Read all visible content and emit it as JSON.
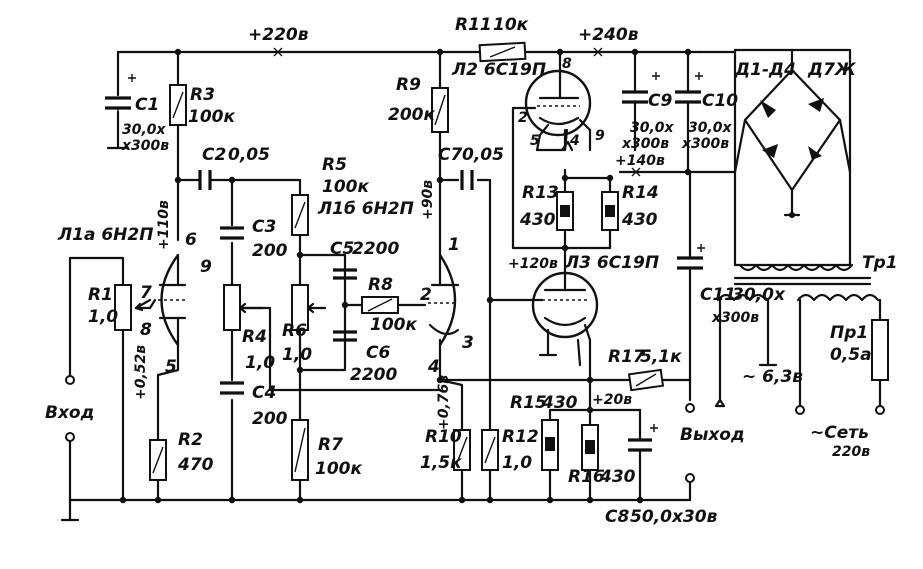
{
  "rails": {
    "b1": "+220в",
    "b2": "+240в",
    "b3": "+140в"
  },
  "tubes": {
    "l1a": "Л1а 6Н2П",
    "l1b": "Л1б 6Н2П",
    "l2": "Л2 6С19П",
    "l3": "Л3 6С19П"
  },
  "components": {
    "r1": {
      "name": "R1",
      "value": "1,0"
    },
    "r2": {
      "name": "R2",
      "value": "470"
    },
    "r3": {
      "name": "R3",
      "value": "100к"
    },
    "r4": {
      "name": "R4",
      "value": "1,0"
    },
    "r5": {
      "name": "R5",
      "value": "100к"
    },
    "r6": {
      "name": "R6",
      "value": "1,0"
    },
    "r7": {
      "name": "R7",
      "value": "100к"
    },
    "r8": {
      "name": "R8",
      "value": "100к"
    },
    "r9": {
      "name": "R9",
      "value": "200к"
    },
    "r10": {
      "name": "R10",
      "value": "1,5к"
    },
    "r11": {
      "name": "R11",
      "value": "10к"
    },
    "r12": {
      "name": "R12",
      "value": "1,0"
    },
    "r13": {
      "name": "R13",
      "value": "430"
    },
    "r14": {
      "name": "R14",
      "value": "430"
    },
    "r15": {
      "name": "R15",
      "value": "430"
    },
    "r16": {
      "name": "R16",
      "value": "430"
    },
    "r17": {
      "name": "R17",
      "value": "5,1к"
    },
    "c1": {
      "name": "C1",
      "value1": "30,0х",
      "value2": "х300в"
    },
    "c2": {
      "name": "C2",
      "value": "0,05"
    },
    "c3": {
      "name": "C3",
      "value": "200"
    },
    "c4": {
      "name": "C4",
      "value": "200"
    },
    "c5": {
      "name": "C5",
      "value": "2200"
    },
    "c6": {
      "name": "C6",
      "value": "2200"
    },
    "c7": {
      "name": "C7",
      "value": "0,05"
    },
    "c8": {
      "name": "C8",
      "value": "50,0х30в"
    },
    "c9": {
      "name": "C9",
      "value1": "30,0х",
      "value2": "х300в"
    },
    "c10": {
      "name": "C10",
      "value1": "30,0х",
      "value2": "х300в"
    },
    "c11": {
      "name": "C11",
      "value1": "30,0х",
      "value2": "х300в"
    },
    "diodes": {
      "name": "Д1-Д4",
      "value": "Д7Ж"
    },
    "tr1": {
      "name": "Тр1"
    },
    "pr1": {
      "name": "Пр1",
      "value": "0,5а"
    }
  },
  "voltages": {
    "v_l1a_anode": "+110в",
    "v_l1a_cathode": "+0,52в",
    "v_l1b_anode": "+90в",
    "v_l1b_cathode": "+0,76в",
    "v_l3_anode": "+120в",
    "v_l3_cathode": "+20в",
    "v_heater": "~ 6,3в",
    "v_mains": "~Сеть",
    "v_mains_val": "220в"
  },
  "pins": {
    "p1": "1",
    "p2": "2",
    "p3": "3",
    "p4": "4",
    "p5": "5",
    "p6": "6",
    "p7": "7",
    "p8": "8",
    "p9": "9",
    "l2p2": "2",
    "l2p4": "4",
    "l2p5": "5",
    "l2p8": "8",
    "l2p9": "9"
  },
  "terminals": {
    "input": "Вход",
    "output": "Выход"
  }
}
